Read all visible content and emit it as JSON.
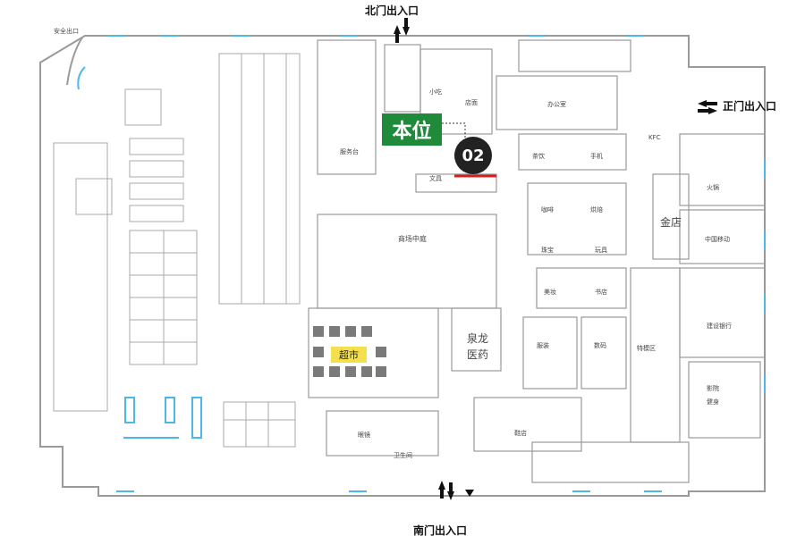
{
  "entrances": {
    "north": "北门出入口",
    "main": "正门出入口",
    "south": "南门出入口"
  },
  "you_are_here": "本位",
  "location_number": "02",
  "supermarket": "超市",
  "rooms": {
    "atrium": "商场中庭",
    "pharmacy_line1": "泉龙",
    "pharmacy_line2": "医药",
    "special_zone": "特模区",
    "bank": "建设银行",
    "china_mobile": "中国移动",
    "hotpot": "火锅",
    "gold_shop": "金店",
    "kfc": "KFC",
    "stationery": "文具",
    "office": "办公室",
    "toilet": "卫生间",
    "snack": "小吃",
    "store_a": "店面",
    "service": "服务台",
    "exit_small": "安全出口",
    "clothing": "服装",
    "tea": "茶饮",
    "electronics": "数码",
    "phone": "手机",
    "cafe": "咖啡",
    "bakery": "烘焙",
    "jewelry": "珠宝",
    "cinema": "影院",
    "gym": "健身",
    "toy": "玩具",
    "cosmetics": "美妆",
    "books": "书店",
    "shoes": "鞋店",
    "optical": "眼镜"
  },
  "colors": {
    "here_bg": "#1e8a3a",
    "marker_bg": "#222222",
    "supermarket_bg": "#f4e04d",
    "walls": "#9a9a9a",
    "doors": "#4db8e8",
    "highlight_line": "#d02020"
  }
}
